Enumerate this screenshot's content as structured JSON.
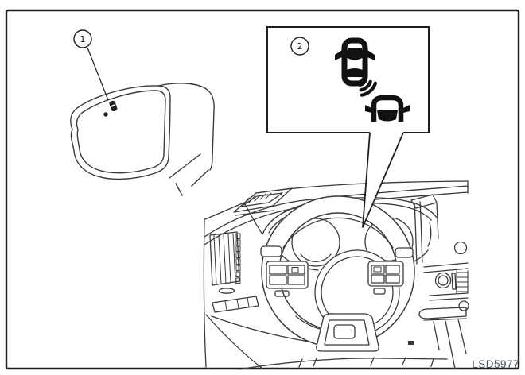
{
  "figure": {
    "id_label": "LSD5977",
    "callouts": [
      {
        "number": "1"
      },
      {
        "number": "2"
      }
    ]
  },
  "icons": {
    "mirror_indicator": "bsw-mirror-indicator-icon",
    "panel_warning": "bsw-two-vehicles-radar-icon"
  },
  "colors": {
    "background": "#ffffff",
    "frame": "#1f1f1f",
    "drawing_line": "#3a3a3a",
    "icon_fill": "#111111",
    "figure_id_text": "#47515c"
  }
}
